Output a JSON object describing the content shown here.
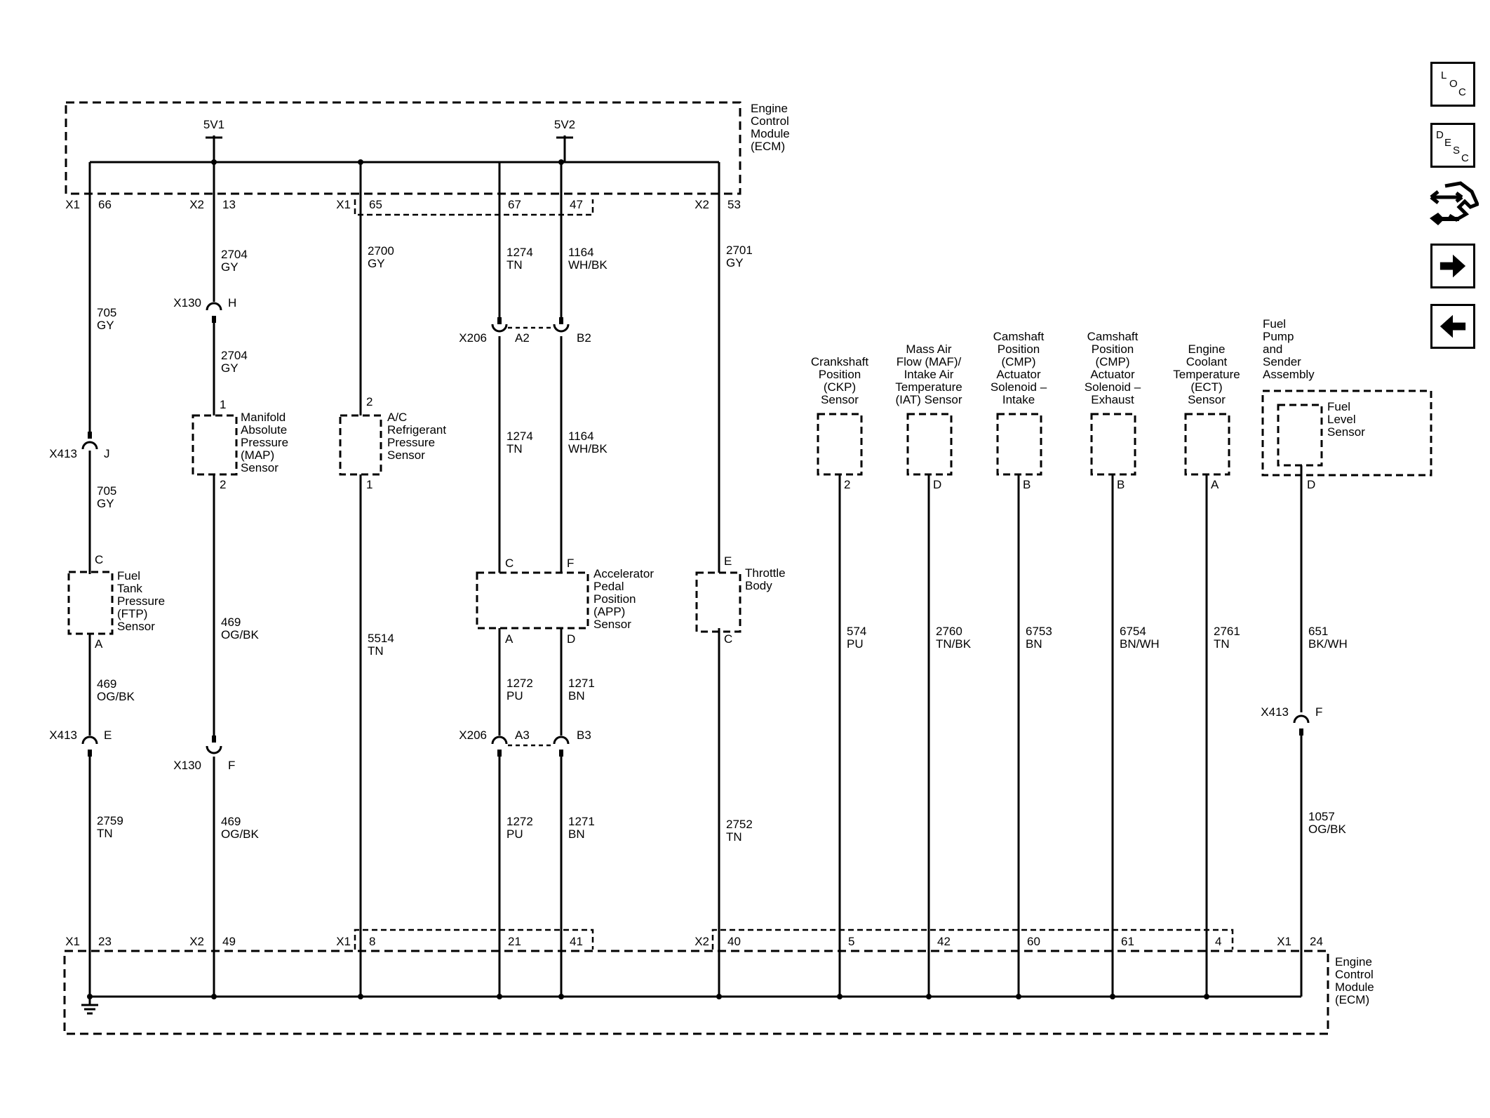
{
  "modules": {
    "ecm_top_label": [
      "Engine",
      "Control",
      "Module",
      "(ECM)"
    ],
    "ecm_bottom_label": [
      "Engine",
      "Control",
      "Module",
      "(ECM)"
    ]
  },
  "supplies": [
    "5V1",
    "5V2"
  ],
  "top_pins": [
    {
      "conn": "X1",
      "pin": "66"
    },
    {
      "conn": "X2",
      "pin": "13"
    },
    {
      "conn": "X1",
      "pin": "65"
    },
    {
      "conn": "",
      "pin": "67"
    },
    {
      "conn": "",
      "pin": "47"
    },
    {
      "conn": "X2",
      "pin": "53"
    }
  ],
  "bottom_pins": [
    {
      "conn": "X1",
      "pin": "23"
    },
    {
      "conn": "X2",
      "pin": "49"
    },
    {
      "conn": "X1",
      "pin": "8"
    },
    {
      "conn": "",
      "pin": "21"
    },
    {
      "conn": "",
      "pin": "41"
    },
    {
      "conn": "X2",
      "pin": "40"
    },
    {
      "conn": "",
      "pin": "5"
    },
    {
      "conn": "",
      "pin": "42"
    },
    {
      "conn": "",
      "pin": "60"
    },
    {
      "conn": "",
      "pin": "61"
    },
    {
      "conn": "",
      "pin": "4"
    },
    {
      "conn": "X1",
      "pin": "24"
    }
  ],
  "wires": [
    [
      "705",
      "GY"
    ],
    [
      "705",
      "GY"
    ],
    [
      "469",
      "OG/BK"
    ],
    [
      "2759",
      "TN"
    ],
    [
      "2704",
      "GY"
    ],
    [
      "2704",
      "GY"
    ],
    [
      "469",
      "OG/BK"
    ],
    [
      "469",
      "OG/BK"
    ],
    [
      "2700",
      "GY"
    ],
    [
      "5514",
      "TN"
    ],
    [
      "1274",
      "TN"
    ],
    [
      "1274",
      "TN"
    ],
    [
      "1272",
      "PU"
    ],
    [
      "1272",
      "PU"
    ],
    [
      "1164",
      "WH/BK"
    ],
    [
      "1164",
      "WH/BK"
    ],
    [
      "1271",
      "BN"
    ],
    [
      "1271",
      "BN"
    ],
    [
      "2701",
      "GY"
    ],
    [
      "2752",
      "TN"
    ],
    [
      "574",
      "PU"
    ],
    [
      "2760",
      "TN/BK"
    ],
    [
      "6753",
      "BN"
    ],
    [
      "6754",
      "BN/WH"
    ],
    [
      "2761",
      "TN"
    ],
    [
      "651",
      "BK/WH"
    ],
    [
      "1057",
      "OG/BK"
    ]
  ],
  "inline_connectors": [
    {
      "name": "X413",
      "pin": "J"
    },
    {
      "name": "X413",
      "pin": "E"
    },
    {
      "name": "X130",
      "pin": "H"
    },
    {
      "name": "X130",
      "pin": "F"
    },
    {
      "name": "X206",
      "pin": "A2"
    },
    {
      "name": "",
      "pin": "B2"
    },
    {
      "name": "X206",
      "pin": "A3"
    },
    {
      "name": "",
      "pin": "B3"
    },
    {
      "name": "X413",
      "pin": "F"
    }
  ],
  "components": [
    {
      "label": [
        "Fuel",
        "Tank",
        "Pressure",
        "(FTP)",
        "Sensor"
      ],
      "pins": [
        "C",
        "A"
      ]
    },
    {
      "label": [
        "Manifold",
        "Absolute",
        "Pressure",
        "(MAP)",
        "Sensor"
      ],
      "pins": [
        "1",
        "2"
      ]
    },
    {
      "label": [
        "A/C",
        "Refrigerant",
        "Pressure",
        "Sensor"
      ],
      "pins": [
        "2",
        "1"
      ]
    },
    {
      "label": [
        "Accelerator",
        "Pedal",
        "Position",
        "(APP)",
        "Sensor"
      ],
      "pins": [
        "C",
        "F",
        "A",
        "D"
      ]
    },
    {
      "label": [
        "Throttle",
        "Body"
      ],
      "pins": [
        "E",
        "C"
      ]
    },
    {
      "label": [
        "Crankshaft",
        "Position",
        "(CKP)",
        "Sensor"
      ],
      "pins": [
        "2"
      ]
    },
    {
      "label": [
        "Mass Air",
        "Flow (MAF)/",
        "Intake Air",
        "Temperature",
        "(IAT) Sensor"
      ],
      "pins": [
        "D"
      ]
    },
    {
      "label": [
        "Camshaft",
        "Position",
        "(CMP)",
        "Actuator",
        "Solenoid –",
        "Intake"
      ],
      "pins": [
        "B"
      ]
    },
    {
      "label": [
        "Camshaft",
        "Position",
        "(CMP)",
        "Actuator",
        "Solenoid –",
        "Exhaust"
      ],
      "pins": [
        "B"
      ]
    },
    {
      "label": [
        "Engine",
        "Coolant",
        "Temperature",
        "(ECT)",
        "Sensor"
      ],
      "pins": [
        "A"
      ]
    },
    {
      "label": [
        "Fuel",
        "Pump",
        "and",
        "Sender",
        "Assembly"
      ],
      "pins": [
        "D"
      ]
    },
    {
      "label": [
        "Fuel",
        "Level",
        "Sensor"
      ],
      "pins": []
    }
  ],
  "nav": {
    "loc": {
      "main": "L",
      "a": "O",
      "b": "C"
    },
    "desc": {
      "main": "D",
      "a": "E",
      "b": "S",
      "c": "C"
    },
    "icons": [
      "connector-tools-icon",
      "arrow-right-icon",
      "arrow-left-icon"
    ]
  }
}
